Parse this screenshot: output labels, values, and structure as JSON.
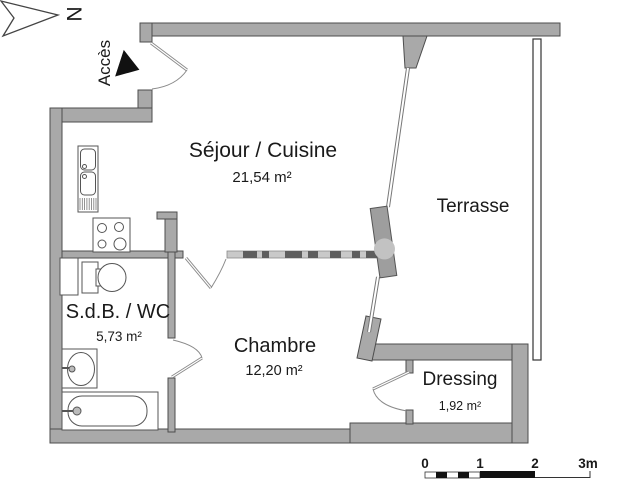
{
  "plan": {
    "rooms": {
      "sejour": {
        "label": "Séjour / Cuisine",
        "area": "21,54 m²"
      },
      "terrasse": {
        "label": "Terrasse"
      },
      "sdb": {
        "label": "S.d.B. / WC",
        "area": "5,73 m²"
      },
      "chambre": {
        "label": "Chambre",
        "area": "12,20 m²"
      },
      "dressing": {
        "label": "Dressing",
        "area": "1,92 m²"
      }
    },
    "compass": {
      "north_label": "N"
    },
    "access": {
      "label": "Accès"
    },
    "scale_bar": {
      "ticks": [
        "0",
        "1",
        "2",
        "3m"
      ]
    },
    "colors": {
      "wall_fill": "#a9a9a9",
      "wall_outline": "#4d4d4d",
      "dashed_wall_light": "#c9c9c9",
      "dashed_wall_dark": "#5e5e5e",
      "door_line": "#8a8a8a",
      "text": "#1a1a1a",
      "background": "#ffffff"
    },
    "fixture_names": [
      "kitchen-sink",
      "stove",
      "toilet",
      "washbasin",
      "bathtub",
      "sliding-door",
      "railing"
    ]
  }
}
